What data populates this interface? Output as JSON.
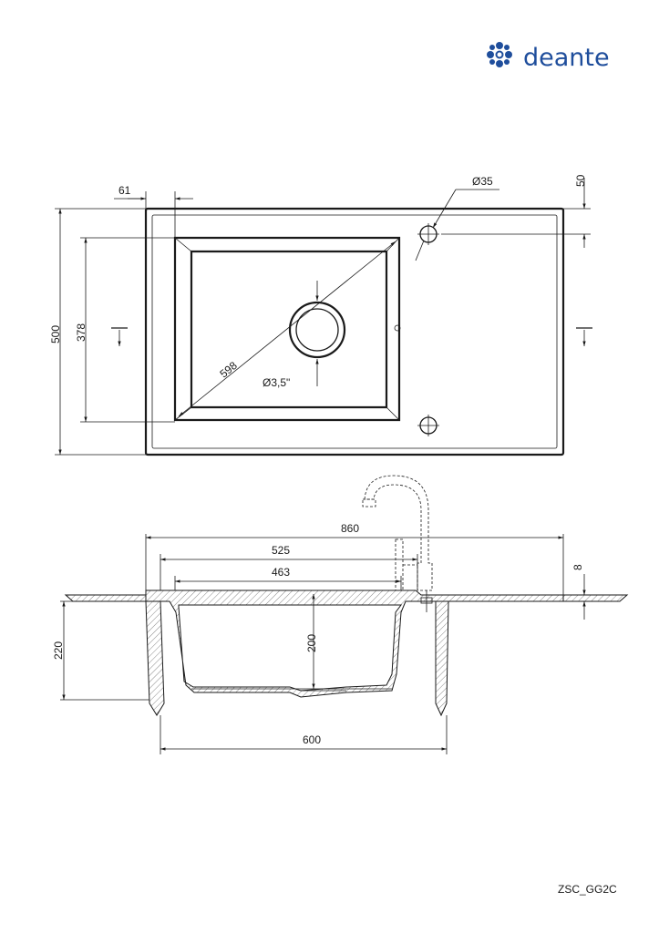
{
  "brand": {
    "name": "deante",
    "color": "#1f4e9c"
  },
  "product_code": "ZSC_GG2C",
  "top_view": {
    "dimensions": {
      "corner_offset": "61",
      "tap_hole_diameter": "Ø35",
      "tap_hole_offset": "50",
      "overall_depth": "500",
      "bowl_depth": "378",
      "diagonal": "598",
      "drain_diameter": "Ø3,5\""
    }
  },
  "section_view": {
    "dimensions": {
      "overall_width": "860",
      "bowl_outer_width": "525",
      "bowl_inner_width": "463",
      "rim_thickness": "8",
      "cabinet_height": "220",
      "bowl_height": "200",
      "cabinet_width": "600"
    }
  }
}
